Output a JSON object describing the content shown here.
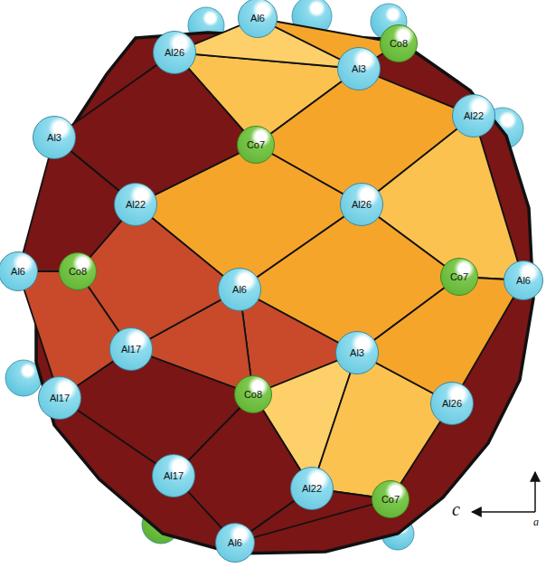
{
  "diagram": {
    "nodes": [
      {
        "text": [
          "Al6"
        ]
      },
      {
        "text": [
          "Co8"
        ]
      },
      {
        "text": [
          "Al26"
        ]
      },
      {
        "text": [
          "Al3"
        ]
      },
      {
        "text": [
          "Al22"
        ]
      },
      {
        "text": [
          "Al3"
        ]
      },
      {
        "text": [
          "Co7"
        ]
      },
      {
        "text": [
          "Al22"
        ]
      },
      {
        "text": [
          "Al26"
        ]
      },
      {
        "text": [
          "Al6"
        ]
      },
      {
        "text": [
          "Co8"
        ]
      },
      {
        "text": [
          "Co7"
        ]
      },
      {
        "text": [
          "Al6"
        ]
      },
      {
        "text": [
          "Al6"
        ]
      },
      {
        "text": [
          "Al17"
        ]
      },
      {
        "text": [
          "Al3"
        ]
      },
      {
        "text": [
          "Co8"
        ]
      },
      {
        "text": [
          "Al17"
        ]
      },
      {
        "text": [
          "Al26"
        ]
      },
      {
        "text": [
          "Al17"
        ]
      },
      {
        "text": [
          "Al22"
        ]
      },
      {
        "text": [
          "Co7"
        ]
      },
      {
        "text": [
          "Al6"
        ]
      }
    ],
    "labels": [
      "c",
      "a"
    ]
  }
}
